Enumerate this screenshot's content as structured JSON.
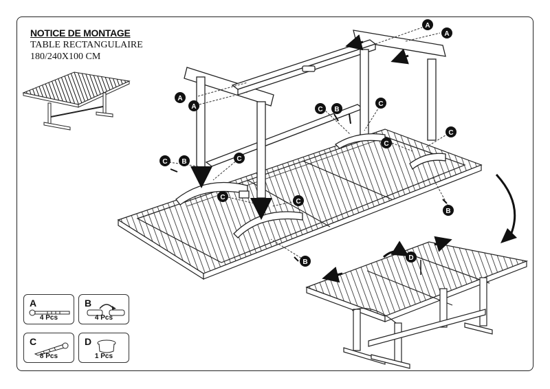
{
  "header": {
    "title": "NOTICE DE MONTAGE",
    "subtitle": "TABLE RECTANGULAIRE",
    "dimensions": "180/240X100 CM"
  },
  "callouts": {
    "a": "A",
    "b": "B",
    "c": "C",
    "d": "D"
  },
  "parts": [
    {
      "letter": "A",
      "quantity": "4 Pcs",
      "icon": "bolt-icon"
    },
    {
      "letter": "B",
      "quantity": "4 Pcs",
      "icon": "barrel-nut-icon"
    },
    {
      "letter": "C",
      "quantity": "8 Pcs",
      "icon": "wood-screw-icon"
    },
    {
      "letter": "D",
      "quantity": "1 Pcs",
      "icon": "parasol-cap-icon"
    }
  ]
}
